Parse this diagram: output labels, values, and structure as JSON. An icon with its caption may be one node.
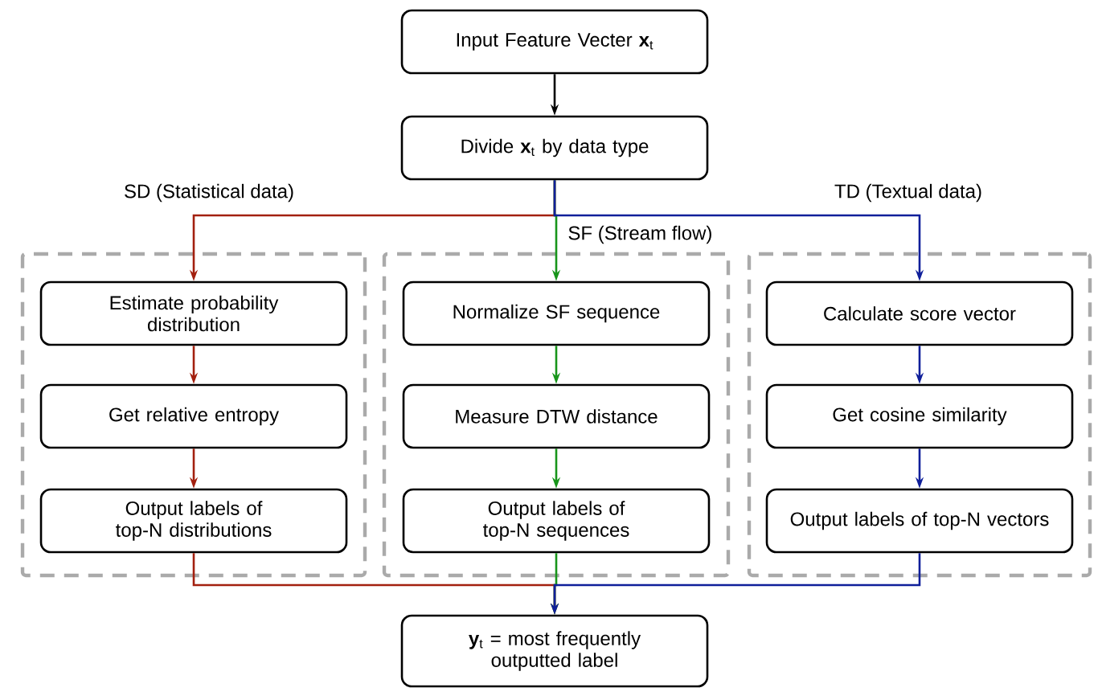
{
  "diagram": {
    "nodes": [
      {
        "text": [
          "Input Feature Vecter **x**$_{t}$"
        ]
      },
      {
        "text": [
          "Divide **x**$_{t}$ by data type"
        ]
      },
      {
        "text": [],
        "shape": "box"
      },
      {
        "text": [
          "Estimate probability distribution"
        ],
        "in": 2
      },
      {
        "text": [
          "Get relative entropy"
        ],
        "in": 2
      },
      {
        "text": [
          "Output labels of top-N distributions"
        ],
        "in": 2
      },
      {
        "text": [],
        "shape": "box"
      },
      {
        "text": [
          "Normalize SF sequence"
        ],
        "in": 6
      },
      {
        "text": [
          "Measure DTW distance"
        ],
        "in": 6
      },
      {
        "text": [
          "Output labels of top-N sequences"
        ],
        "in": 6
      },
      {
        "text": [],
        "shape": "box"
      },
      {
        "text": [
          "Calculate score vector"
        ],
        "in": 10
      },
      {
        "text": [
          "Get cosine similarity"
        ],
        "in": 10
      },
      {
        "text": [
          "Output labels of top-N vectors"
        ],
        "in": 10
      },
      {
        "text": [
          "**y**$_{t}$ = most frequently outputted label"
        ]
      }
    ],
    "edges": [
      {
        "from": 0,
        "to": 1,
        "arrow": "to",
        "color": "#000000"
      },
      {
        "from": 1,
        "to": 3,
        "arrow": "to",
        "label": "SD (Statistical data)",
        "color": "#a3200f"
      },
      {
        "from": 3,
        "to": 4,
        "arrow": "to",
        "color": "#a3200f"
      },
      {
        "from": 4,
        "to": 5,
        "arrow": "to",
        "color": "#a3200f"
      },
      {
        "from": 5,
        "to": 14,
        "arrow": "to",
        "color": "#a3200f"
      },
      {
        "from": 1,
        "to": 7,
        "arrow": "to",
        "label": "SF (Stream flow)",
        "color": "#17951a"
      },
      {
        "from": 7,
        "to": 8,
        "arrow": "to",
        "color": "#17951a"
      },
      {
        "from": 8,
        "to": 9,
        "arrow": "to",
        "color": "#17951a"
      },
      {
        "from": 9,
        "to": 14,
        "arrow": "to",
        "color": "#17951a"
      },
      {
        "from": 1,
        "to": 11,
        "arrow": "to",
        "label": "TD (Textual data)",
        "color": "#0f1f9a"
      },
      {
        "from": 11,
        "to": 12,
        "arrow": "to",
        "color": "#0f1f9a"
      },
      {
        "from": 12,
        "to": 13,
        "arrow": "to",
        "color": "#0f1f9a"
      },
      {
        "from": 13,
        "to": 14,
        "arrow": "to",
        "color": "#0f1f9a"
      }
    ]
  }
}
